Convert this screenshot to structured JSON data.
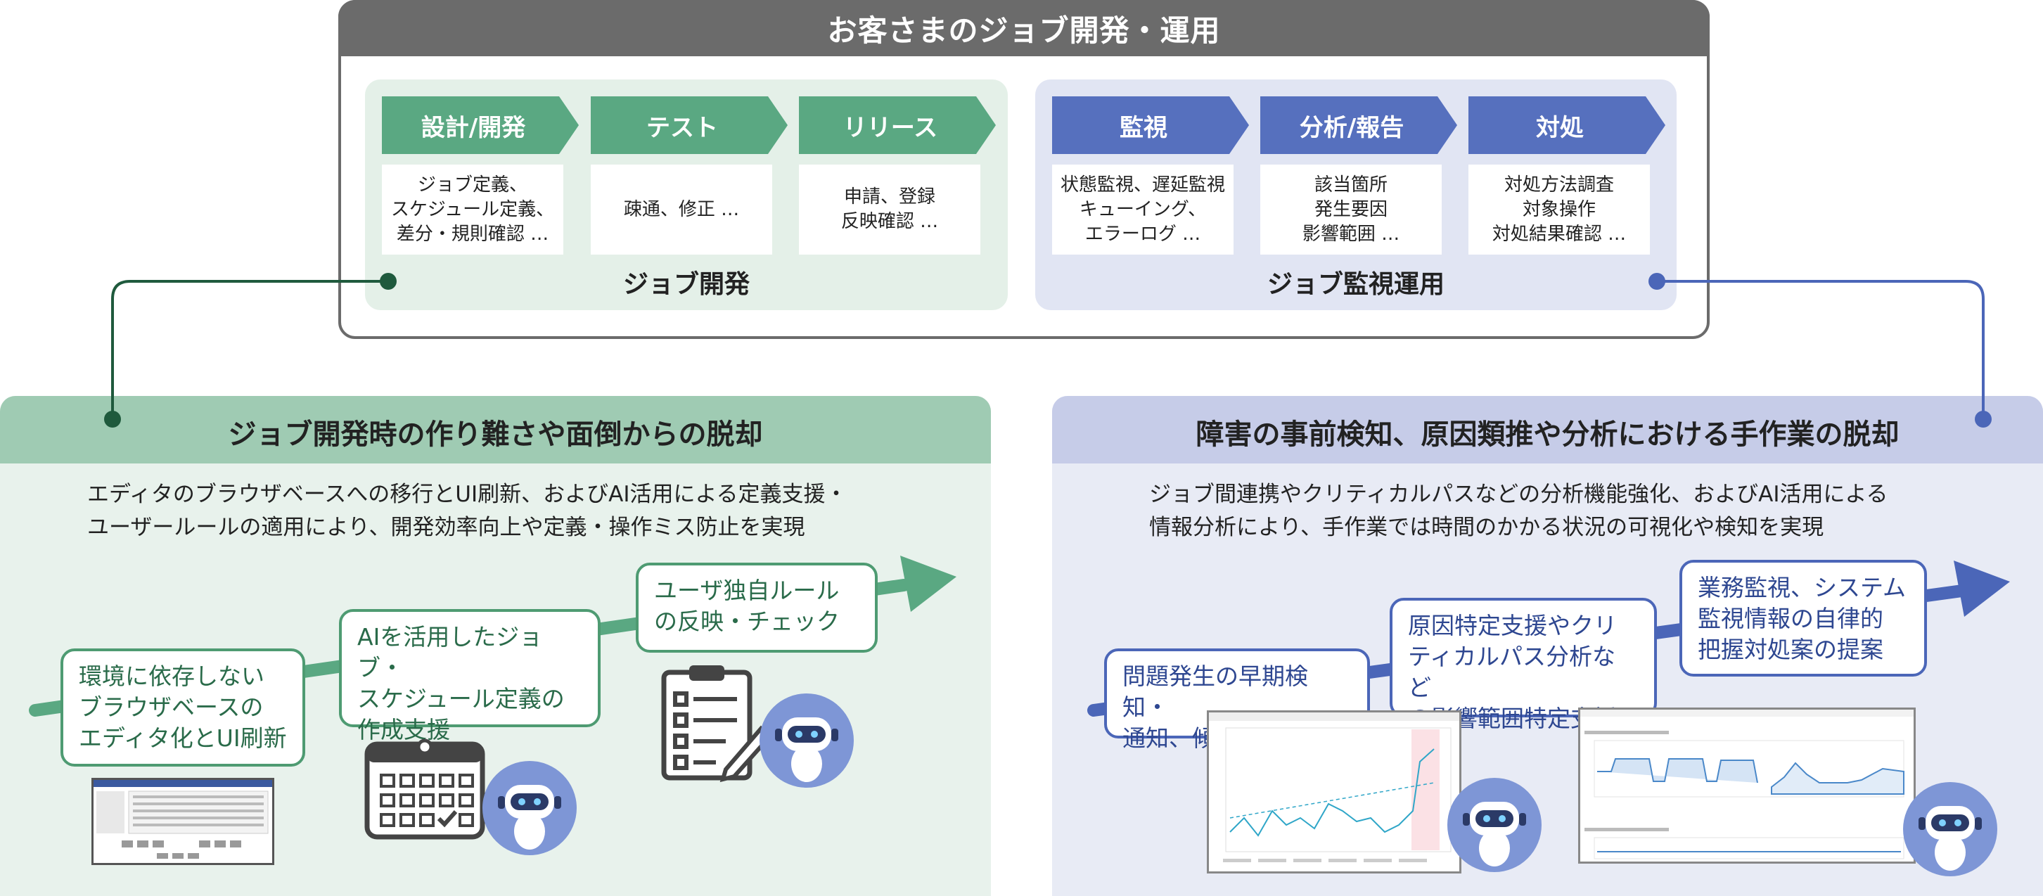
{
  "top": {
    "title": "お客さまのジョブ開発・運用",
    "development": {
      "label": "ジョブ開発",
      "steps": [
        {
          "title": "設計/開発",
          "detail": "ジョブ定義、\nスケジュール定義、\n差分・規則確認 …"
        },
        {
          "title": "テスト",
          "detail": "疎通、修正 …"
        },
        {
          "title": "リリース",
          "detail": "申請、登録\n反映確認 …"
        }
      ]
    },
    "operations": {
      "label": "ジョブ監視運用",
      "steps": [
        {
          "title": "監視",
          "detail": "状態監視、遅延監視\nキューイング、\nエラーログ …"
        },
        {
          "title": "分析/報告",
          "detail": "該当箇所\n発生要因\n影響範囲 …"
        },
        {
          "title": "対処",
          "detail": "対処方法調査\n対象操作\n対処結果確認 …"
        }
      ]
    }
  },
  "left": {
    "title": "ジョブ開発時の作り難さや面倒からの脱却",
    "description": "エディタのブラウザベースへの移行とUI刷新、およびAI活用による定義支援・\nユーザールールの適用により、開発効率向上や定義・操作ミス防止を実現",
    "callouts": [
      "環境に依存しない\nブラウザベースの\nエディタ化とUI刷新",
      "AIを活用したジョブ・\nスケジュール定義の\n作成支援",
      "ユーザ独自ルール\nの反映・チェック"
    ]
  },
  "right": {
    "title": "障害の事前検知、原因類推や分析における手作業の脱却",
    "description": "ジョブ間連携やクリティカルパスなどの分析機能強化、およびAI活用による\n情報分析により、手作業では時間のかかる状況の可視化や検知を実現",
    "callouts": [
      "問題発生の早期検知・\n通知、傾向分析",
      "原因特定支援やクリ\nティカルパス分析など\nの影響範囲特定支援",
      "業務監視、システム\n監視情報の自律的\n把握対処案の提案"
    ]
  },
  "colors": {
    "header_gray": "#6b6b6b",
    "green_step": "#5aa882",
    "blue_step": "#5670be",
    "green_line": "#1f5a3d",
    "blue_line": "#4b66b8"
  }
}
